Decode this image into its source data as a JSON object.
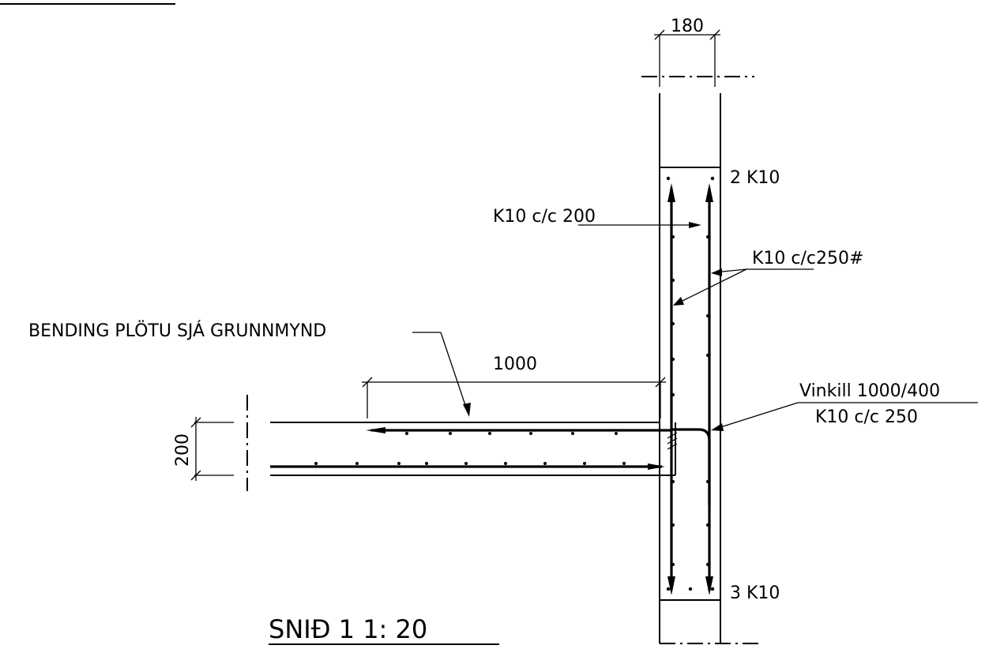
{
  "dimensions": {
    "wall_width": "180",
    "slab_thickness": "200",
    "anchorage_length": "1000"
  },
  "labels": {
    "top_bars": "2 K10",
    "bottom_bars": "3 K10",
    "wall_bars": "K10 c/c 200",
    "mesh": "K10 c/c250#",
    "slab_bending": "BENDING PLÖTU SJÁ GRUNNMYND",
    "angle_line1": "Vinkill 1000/400",
    "angle_line2": "K10 c/c 250"
  },
  "title": "SNIÐ 1 1: 20"
}
